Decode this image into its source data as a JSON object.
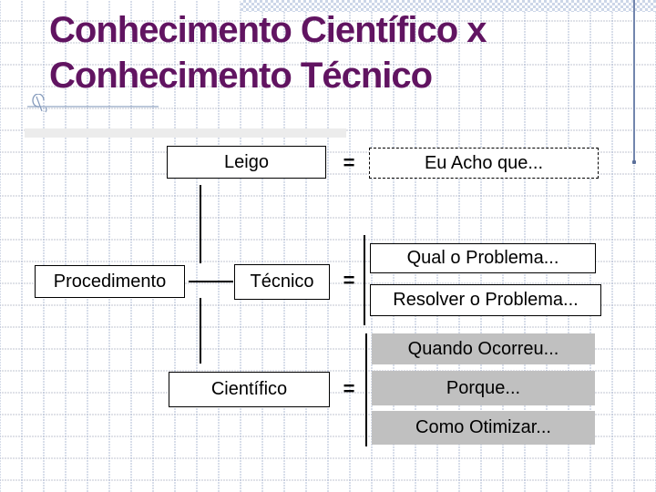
{
  "slide": {
    "title_line1": "Conhecimento Científico x",
    "title_line2": "Conhecimento Técnico"
  },
  "diagram": {
    "equals": "=",
    "leigo": "Leigo",
    "eu_acho": "Eu Acho que...",
    "procedimento": "Procedimento",
    "tecnico": "Técnico",
    "qual": "Qual o Problema...",
    "resolver": "Resolver o Problema...",
    "cientifico": "Científico",
    "quando": "Quando Ocorreu...",
    "porque": "Porque...",
    "como": "Como Otimizar..."
  },
  "colors": {
    "title-color": "#611461",
    "divider-gray": "#ececec",
    "bar-silver": "#c0c0c0",
    "accent-blue": "#7285ad",
    "checker-blue": "#ccd6e8",
    "box-border": "#000000",
    "text-black": "#000000"
  }
}
